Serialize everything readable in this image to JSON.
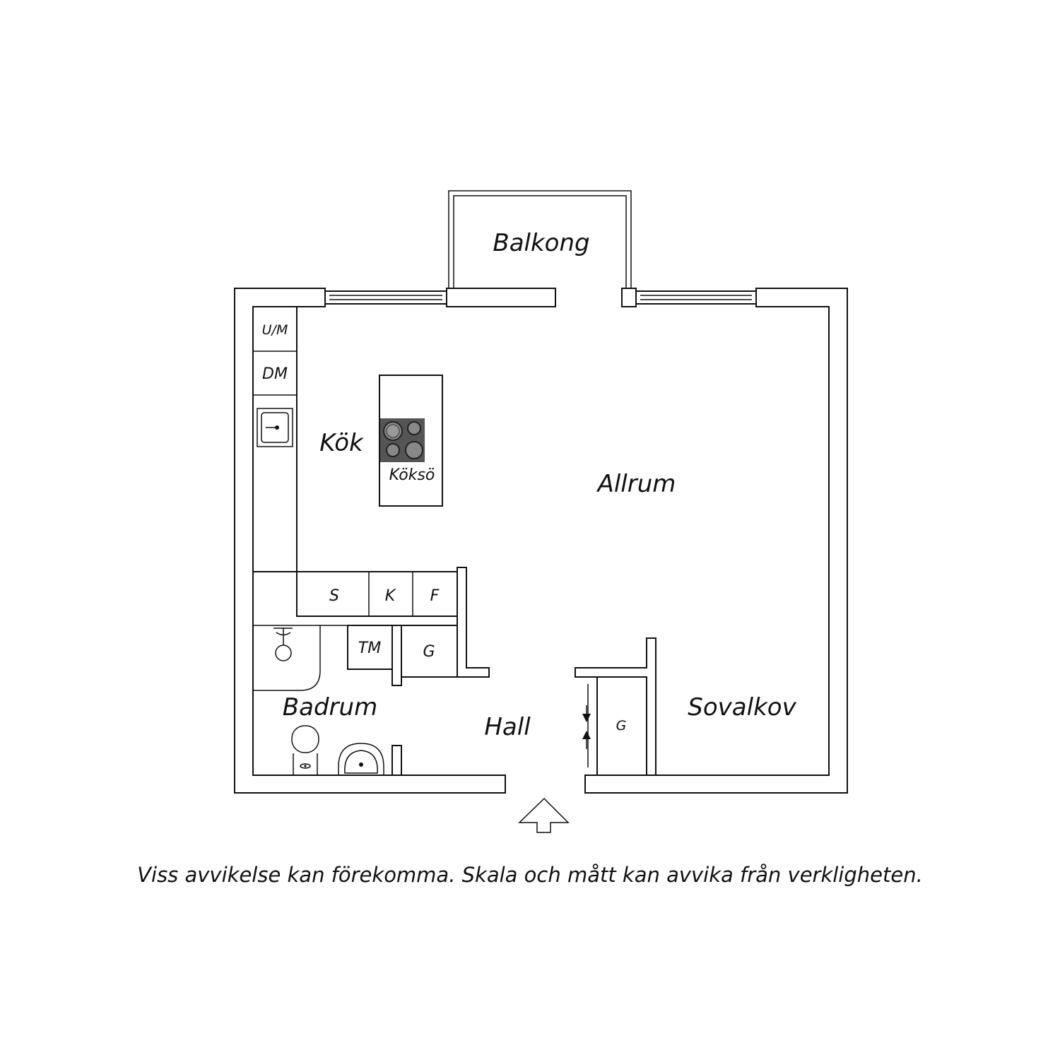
{
  "rooms": {
    "balkong": "Balkong",
    "kok": "Kök",
    "allrum": "Allrum",
    "badrum": "Badrum",
    "hall": "Hall",
    "sovalkov": "Sovalkov"
  },
  "appliances": {
    "um": "U/M",
    "dm": "DM",
    "koksö": "Köksö",
    "s": "S",
    "k": "K",
    "f": "F",
    "tm": "TM",
    "g_hall": "G",
    "g_sovalkov": "G"
  },
  "disclaimer": "Viss avvikelse kan förekomma. Skala och mått kan avvika från verkligheten.",
  "icons": [
    "entrance-arrow-icon",
    "sink-icon",
    "stove-icon",
    "shower-icon",
    "toilet-icon",
    "washbasin-icon",
    "sliding-door-arrows-icon"
  ]
}
